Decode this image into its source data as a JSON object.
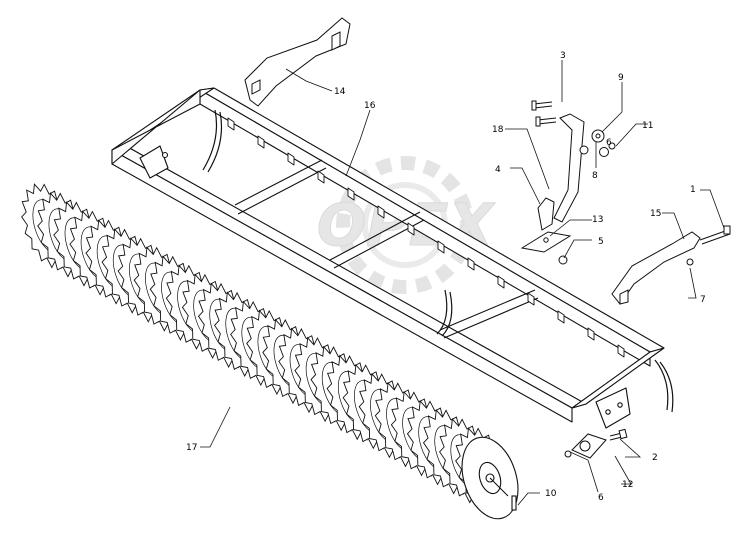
{
  "diagram": {
    "watermark": {
      "text": "OPEX",
      "color": "#d7d7d7"
    },
    "line_color": "#111111",
    "callouts": [
      {
        "id": "c1",
        "label": "1"
      },
      {
        "id": "c2",
        "label": "2"
      },
      {
        "id": "c3",
        "label": "3"
      },
      {
        "id": "c4",
        "label": "4"
      },
      {
        "id": "c5",
        "label": "5"
      },
      {
        "id": "c6a",
        "label": "6"
      },
      {
        "id": "c6b",
        "label": "6"
      },
      {
        "id": "c7",
        "label": "7"
      },
      {
        "id": "c8",
        "label": "8"
      },
      {
        "id": "c9",
        "label": "9"
      },
      {
        "id": "c10",
        "label": "10"
      },
      {
        "id": "c11",
        "label": "11"
      },
      {
        "id": "c12",
        "label": "12"
      },
      {
        "id": "c13",
        "label": "13"
      },
      {
        "id": "c14",
        "label": "14"
      },
      {
        "id": "c15",
        "label": "15"
      },
      {
        "id": "c16",
        "label": "16"
      },
      {
        "id": "c17",
        "label": "17"
      },
      {
        "id": "c18",
        "label": "18"
      }
    ]
  }
}
